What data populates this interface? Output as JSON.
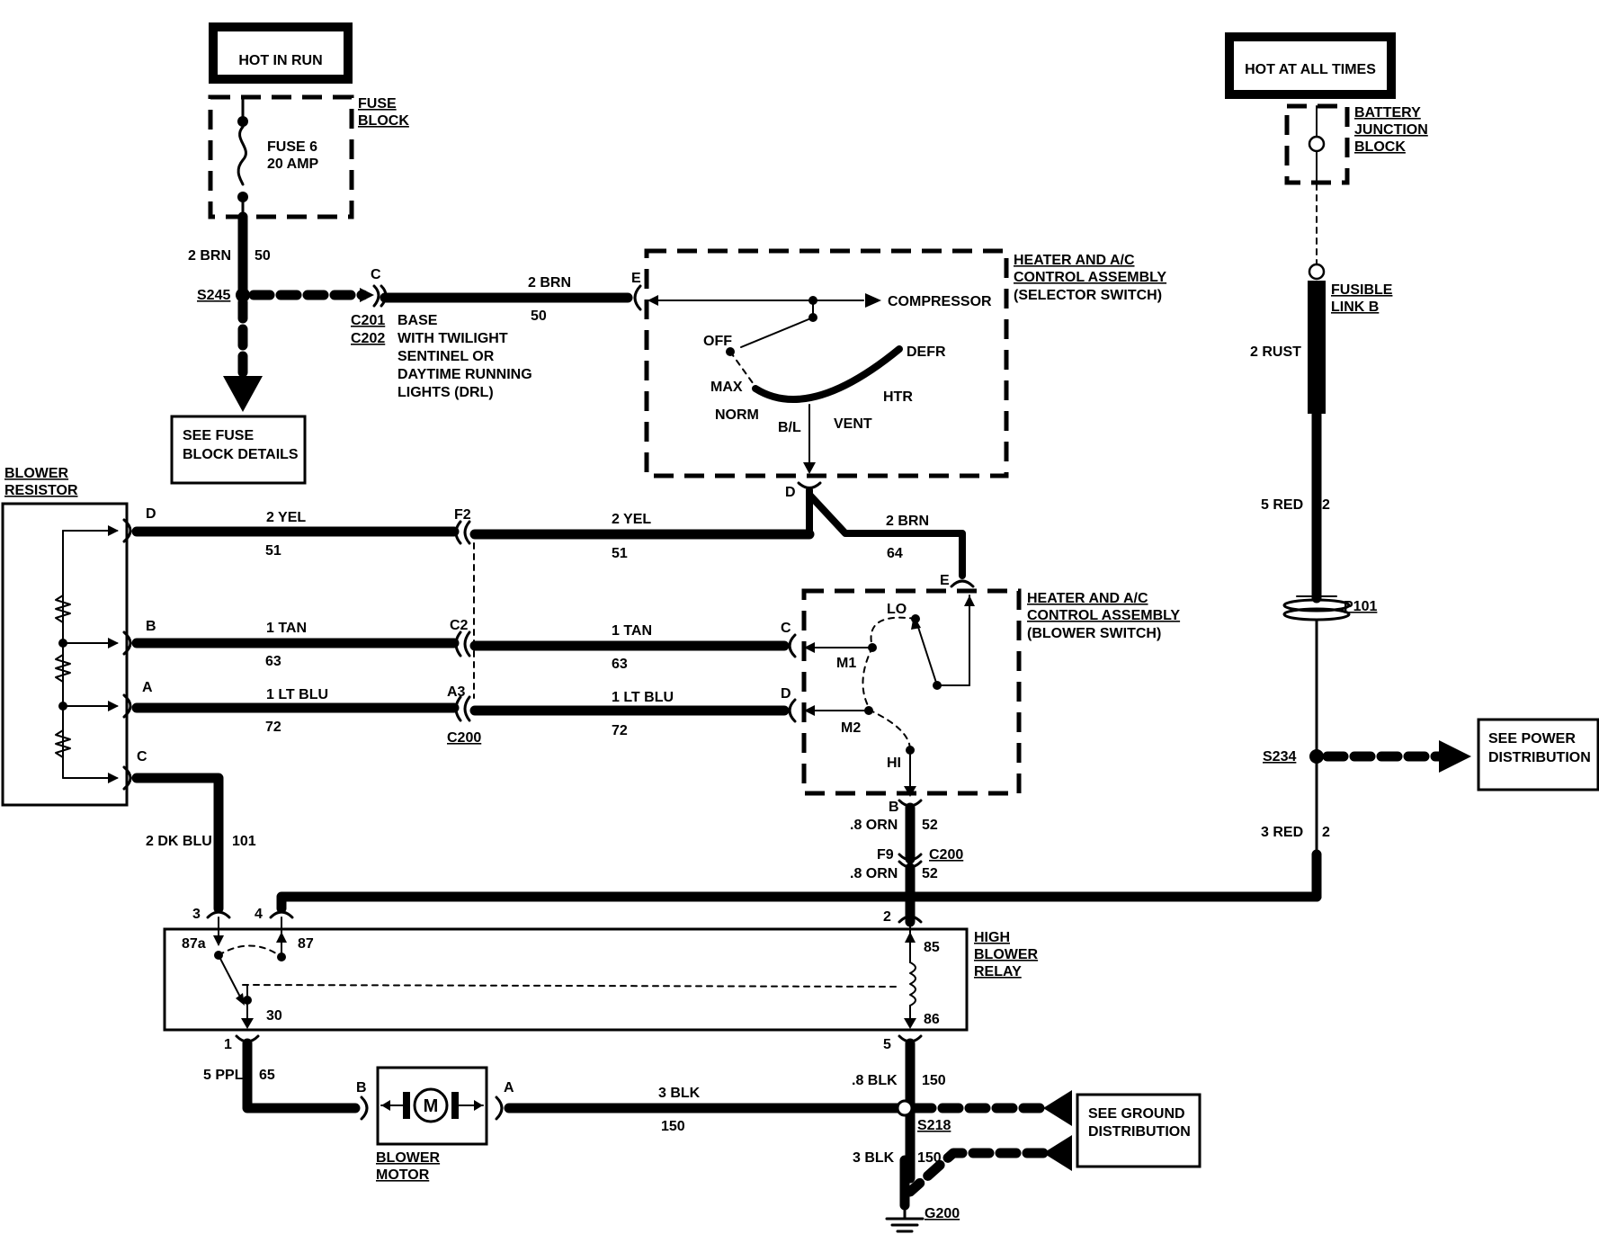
{
  "labels": {
    "hot_in_run": "HOT IN RUN",
    "hot_at_all_times": "HOT AT ALL TIMES",
    "fuse_block": [
      "FUSE",
      "BLOCK"
    ],
    "fuse": [
      "FUSE 6",
      "20 AMP"
    ],
    "battery_junction_block": [
      "BATTERY",
      "JUNCTION",
      "BLOCK"
    ],
    "fusible_link": [
      "FUSIBLE",
      "LINK B"
    ],
    "selector_switch": [
      "HEATER AND A/C",
      "CONTROL ASSEMBLY",
      "(SELECTOR SWITCH)"
    ],
    "blower_switch": [
      "HEATER AND A/C",
      "CONTROL ASSEMBLY",
      "(BLOWER SWITCH)"
    ],
    "blower_resistor": [
      "BLOWER",
      "RESISTOR"
    ],
    "high_blower_relay": [
      "HIGH",
      "BLOWER",
      "RELAY"
    ],
    "blower_motor": [
      "BLOWER",
      "MOTOR"
    ],
    "motor_symbol": "M",
    "see_fuse_block": [
      "SEE FUSE",
      "BLOCK DETAILS"
    ],
    "see_power": [
      "SEE POWER",
      "DISTRIBUTION"
    ],
    "see_ground": [
      "SEE GROUND",
      "DISTRIBUTION"
    ],
    "base_note": [
      "BASE",
      "WITH TWILIGHT",
      "SENTINEL OR",
      "DAYTIME RUNNING",
      "LIGHTS (DRL)"
    ],
    "compressor": "COMPRESSOR",
    "selector_positions": [
      "OFF",
      "MAX",
      "NORM",
      "B/L",
      "VENT",
      "HTR",
      "DEFR"
    ],
    "blower_positions": [
      "LO",
      "M1",
      "M2",
      "HI"
    ]
  },
  "splices": [
    "S245",
    "S234",
    "S218"
  ],
  "ground": "G200",
  "connectors": [
    "C201",
    "C202",
    "C200",
    "C200",
    "P101"
  ],
  "pins": {
    "fuse_out": "C",
    "sel_in": "E",
    "sel_out": "D",
    "res_d": "D",
    "res_b": "B",
    "res_a": "A",
    "res_c": "C",
    "f2": "F2",
    "c2": "C2",
    "a3": "A3",
    "bs_e": "E",
    "bs_c": "C",
    "bs_d": "D",
    "bs_b": "B",
    "f9": "F9",
    "relay_3": "3",
    "relay_4": "4",
    "relay_2": "2",
    "relay_1": "1",
    "relay_5": "5",
    "t87a": "87a",
    "t87": "87",
    "t30": "30",
    "t85": "85",
    "t86": "86",
    "mot_b": "B",
    "mot_a": "A"
  },
  "wires": {
    "brn_50_size": "2 BRN",
    "brn_50_num": "50",
    "brn_top_size": "2 BRN",
    "brn_top_num": "50",
    "yel_l_size": "2 YEL",
    "yel_l_num": "51",
    "yel_r_size": "2 YEL",
    "yel_r_num": "51",
    "brn64_size": "2 BRN",
    "brn64_num": "64",
    "tan_l_size": "1 TAN",
    "tan_l_num": "63",
    "tan_r_size": "1 TAN",
    "tan_r_num": "63",
    "blu_l_size": "1 LT BLU",
    "blu_l_num": "72",
    "blu_r_size": "1 LT BLU",
    "blu_r_num": "72",
    "dkblu_size": "2 DK BLU",
    "dkblu_num": "101",
    "orn_a_size": ".8 ORN",
    "orn_a_num": "52",
    "orn_b_size": ".8 ORN",
    "orn_b_num": "52",
    "rust_size": "2 RUST",
    "red5_size": "5 RED",
    "red5_num": "2",
    "red3_size": "3 RED",
    "red3_num": "2",
    "ppl_size": "5 PPL",
    "ppl_num": "65",
    "blk3_size": "3 BLK",
    "blk3_num": "150",
    "blk08_size": ".8 BLK",
    "blk08_num": "150",
    "blkg_size": "3 BLK",
    "blkg_num": "150"
  }
}
